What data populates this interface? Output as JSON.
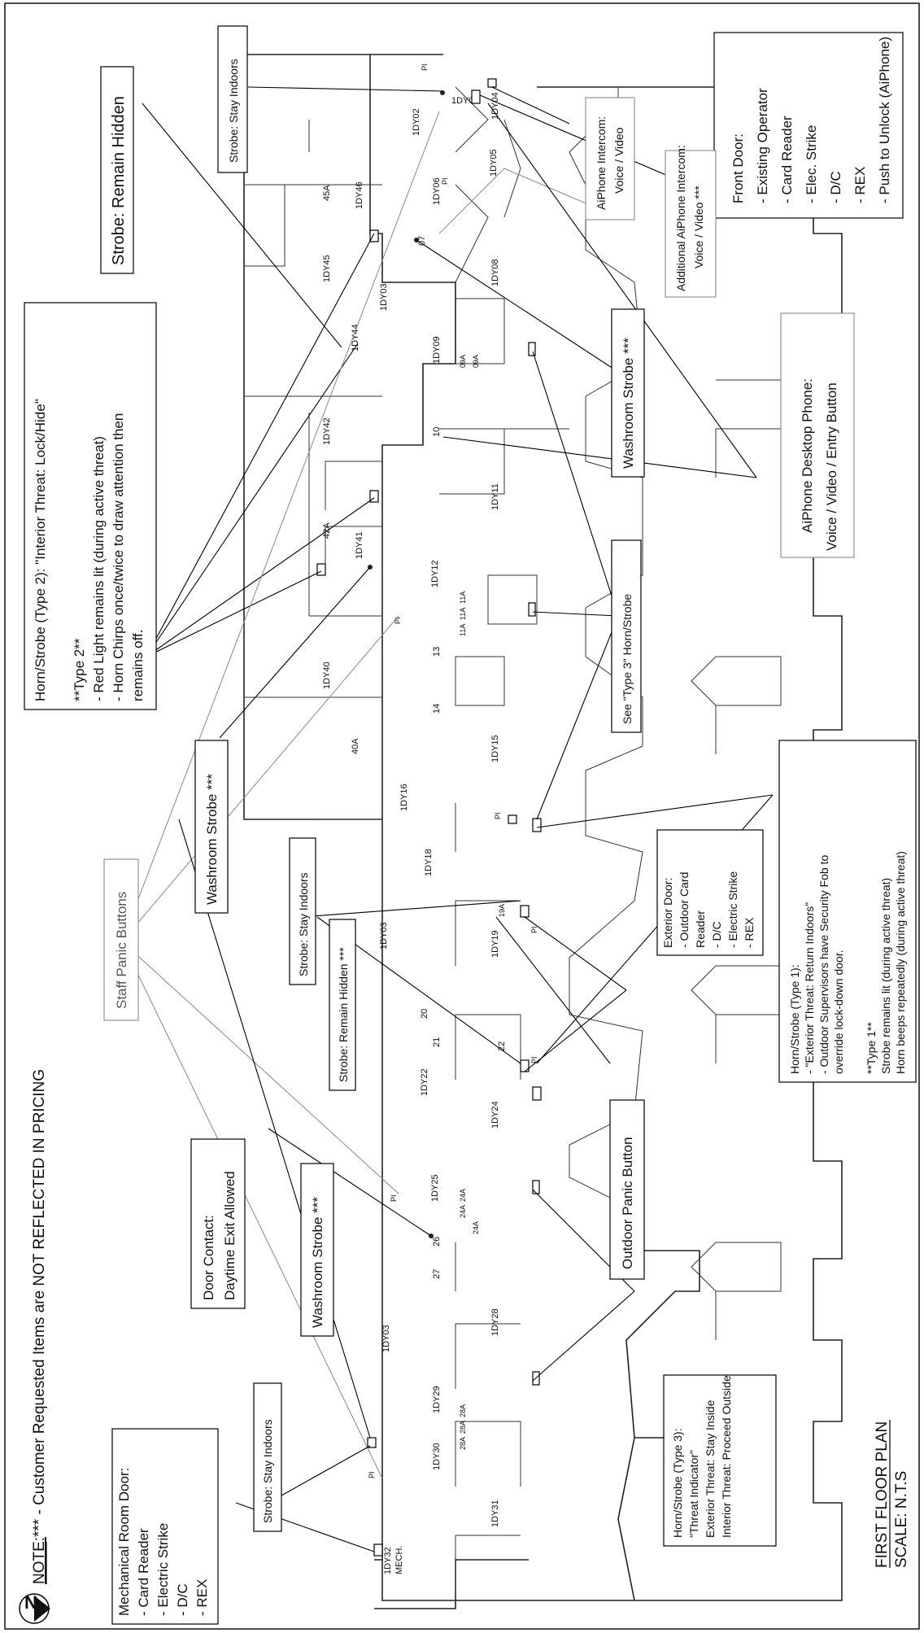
{
  "note": {
    "label": "NOTE:",
    "text": "***  -  Customer Requested Items are NOT REFLECTED IN PRICING"
  },
  "north": {
    "letter": "N"
  },
  "plan_title": {
    "line1": "FIRST FLOOR PLAN",
    "line2": "SCALE: N.T.S"
  },
  "callouts": {
    "front_door": [
      "Front Door:",
      "- Existing Operator",
      "- Card Reader",
      "- Elec. Strike",
      "- D/C",
      "- REX",
      "- Push to Unlock (AiPhone)"
    ],
    "strobe_stay_indoors_top": "Strobe: Stay Indoors",
    "aiphone_intercom": [
      "AiPhone Intercom:",
      "Voice / Video"
    ],
    "additional_intercom": [
      "Additional AiPhone Intercom:",
      "Voice / Video ***"
    ],
    "strobe_remain_hidden": "Strobe: Remain Hidden",
    "aiphone_desktop": [
      "AiPhone Desktop Phone:",
      "Voice / Video / Entry Button"
    ],
    "washroom_strobe_right": "Washroom Strobe ***",
    "type2": [
      "Horn/Strobe (Type 2): \"Interior Threat: Lock/Hide\"",
      "",
      "**Type 2**",
      "- Red Light remains lit (during active threat)",
      "- Horn Chirps once/twice to draw attention then",
      "  remains off."
    ],
    "washroom_strobe_mid": "Washroom Strobe ***",
    "see_type3": "See \"Type 3\" Horn/Strobe",
    "type1": [
      "Horn/Strobe (Type 1):",
      "- \"Exterior Threat: Return Indoors\"",
      "- Outdoor Supervisors have Security Fob to",
      "  override lock-down door.",
      "",
      "**Type 1**",
      "Strobe remains lit (during active threat)",
      "Horn beeps repeatedly (during active threat)"
    ],
    "staff_panic": "Staff Panic Buttons",
    "strobe_stay_indoors_mid": "Strobe: Stay Indoors",
    "strobe_remain_hidden_mid": "Strobe: Remain Hidden ***",
    "exterior_door": [
      "Exterior Door:",
      "- Outdoor Card",
      "  Reader",
      "- D/C",
      "- Electric Strike",
      "- REX"
    ],
    "outdoor_panic": "Outdoor Panic Button",
    "door_contact": [
      "Door Contact:",
      "Daytime Exit Allowed"
    ],
    "washroom_strobe_left": "Washroom Strobe ***",
    "type3": [
      "Horn/Strobe (Type 3):",
      "\"Threat Indicator\"",
      "Exterior Threat: Stay Inside",
      "Interior Threat: Proceed Outside"
    ],
    "mech_door": [
      "Mechanical Room Door:",
      "- Card Reader",
      "- Electric Strike",
      "- D/C",
      "- REX"
    ],
    "strobe_stay_indoors_low": "Strobe: Stay Indoors"
  },
  "rooms": {
    "r1DY01": "1DY01",
    "r1DY02": "1DY02",
    "r1DY04": "1DY04",
    "r1DY05": "1DY05",
    "r1DY06": "1DY06",
    "r07": "07",
    "r1DY08": "1DY08",
    "r1DY03a": "1DY03",
    "r1DY09": "1DY09",
    "r09A1": "09A",
    "r09A2": "09A",
    "r10": "10",
    "r1DY11": "1DY11",
    "r1DY12": "1DY12",
    "r11A1": "11A",
    "r11A2": "11A",
    "r11A3": "11A",
    "r13": "13",
    "r14": "14",
    "r1DY15": "1DY15",
    "r1DY16": "1DY16",
    "r1DY18": "1DY18",
    "r19A": "19A",
    "r1DY19": "1DY19",
    "r1DY03b": "1DY03",
    "r20": "20",
    "r21": "21",
    "r22": "22",
    "r1DY22": "1DY22",
    "r1DY24": "1DY24",
    "r1DY25": "1DY25",
    "r24A1": "24A",
    "r24A2": "24A",
    "r24A3": "24A",
    "r26": "26",
    "r27": "27",
    "r1DY28": "1DY28",
    "r1DY03c": "1DY03",
    "r1DY29": "1DY29",
    "r28A1": "28A",
    "r28A2": "28A",
    "r28A3": "28A",
    "r1DY30": "1DY30",
    "r1DY31": "1DY31",
    "r1DY32": "1DY32",
    "rMECH": "MECH.",
    "r45A": "45A",
    "r1DY46": "1DY46",
    "r1DY45": "1DY45",
    "r1DY44": "1DY44",
    "r1DY42": "1DY42",
    "r42A": "42A",
    "r1DY41": "1DY41",
    "r1DY40": "1DY40",
    "r40A": "40A",
    "pi1": "PI",
    "pi2": "PI",
    "pi3": "PI",
    "pi4": "PI",
    "pi5": "PI",
    "pi6": "PI",
    "pi7": "PI",
    "pi8": "PI"
  }
}
